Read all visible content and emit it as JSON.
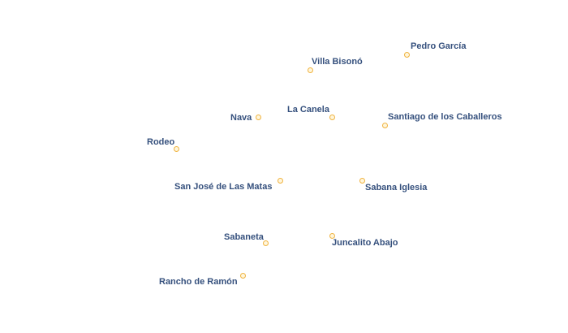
{
  "map": {
    "places": [
      {
        "id": "pedro-garcia",
        "name": "Pedro García"
      },
      {
        "id": "villa-bisono",
        "name": "Villa Bisonó"
      },
      {
        "id": "la-canela",
        "name": "La Canela"
      },
      {
        "id": "nava",
        "name": "Nava"
      },
      {
        "id": "santiago",
        "name": "Santiago de los Caballeros"
      },
      {
        "id": "rodeo",
        "name": "Rodeo"
      },
      {
        "id": "san-jose-de-las-matas",
        "name": "San José de Las Matas"
      },
      {
        "id": "sabana-iglesia",
        "name": "Sabana Iglesia"
      },
      {
        "id": "sabaneta",
        "name": "Sabaneta"
      },
      {
        "id": "juncalito-abajo",
        "name": "Juncalito Abajo"
      },
      {
        "id": "rancho-de-ramon",
        "name": "Rancho de Ramón"
      }
    ],
    "colors": {
      "label": "#35507d",
      "marker": "#f0b340",
      "background": "#ffffff"
    }
  }
}
